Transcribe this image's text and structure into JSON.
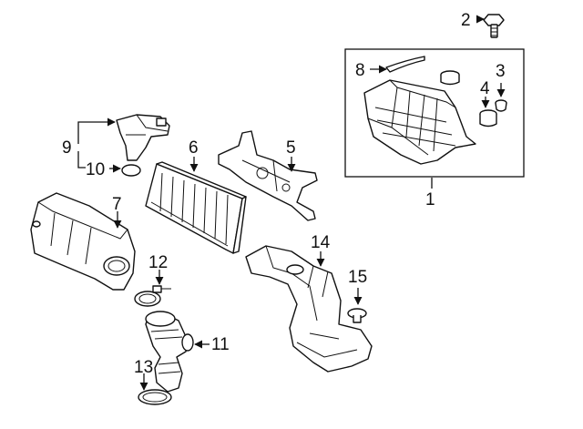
{
  "diagram": {
    "callouts": {
      "c1": "1",
      "c2": "2",
      "c3": "3",
      "c4": "4",
      "c5": "5",
      "c6": "6",
      "c7": "7",
      "c8": "8",
      "c9": "9",
      "c10": "10",
      "c11": "11",
      "c12": "12",
      "c13": "13",
      "c14": "14",
      "c15": "15"
    },
    "parts": [
      {
        "callout": "1",
        "icon": "air-cleaner-housing-assembly"
      },
      {
        "callout": "2",
        "icon": "bolt"
      },
      {
        "callout": "3",
        "icon": "grommet"
      },
      {
        "callout": "4",
        "icon": "bushing"
      },
      {
        "callout": "5",
        "icon": "bracket"
      },
      {
        "callout": "6",
        "icon": "air-filter-element"
      },
      {
        "callout": "7",
        "icon": "air-cleaner-cover"
      },
      {
        "callout": "8",
        "icon": "hose"
      },
      {
        "callout": "9",
        "icon": "mass-airflow-sensor"
      },
      {
        "callout": "10",
        "icon": "o-ring"
      },
      {
        "callout": "11",
        "icon": "intake-hose"
      },
      {
        "callout": "12",
        "icon": "hose-clamp"
      },
      {
        "callout": "13",
        "icon": "clamp"
      },
      {
        "callout": "14",
        "icon": "inlet-duct"
      },
      {
        "callout": "15",
        "icon": "clip"
      }
    ]
  }
}
